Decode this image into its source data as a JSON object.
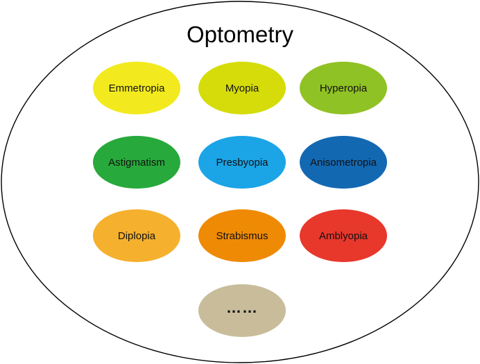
{
  "diagram": {
    "title": "Optometry",
    "nodes": [
      {
        "label": "Emmetropia",
        "color": "#f2ea1e"
      },
      {
        "label": "Myopia",
        "color": "#d5dc0a"
      },
      {
        "label": "Hyperopia",
        "color": "#8fc224"
      },
      {
        "label": "Astigmatism",
        "color": "#27a93b"
      },
      {
        "label": "Presbyopia",
        "color": "#1ba4e6"
      },
      {
        "label": "Anisometropia",
        "color": "#1368b2"
      },
      {
        "label": "Diplopia",
        "color": "#f5b02d"
      },
      {
        "label": "Strabismus",
        "color": "#ef8a05"
      },
      {
        "label": "Amblyopia",
        "color": "#e8372b"
      },
      {
        "label": "……",
        "color": "#c8bc9b"
      }
    ],
    "outer_stroke_color": "#000000"
  }
}
